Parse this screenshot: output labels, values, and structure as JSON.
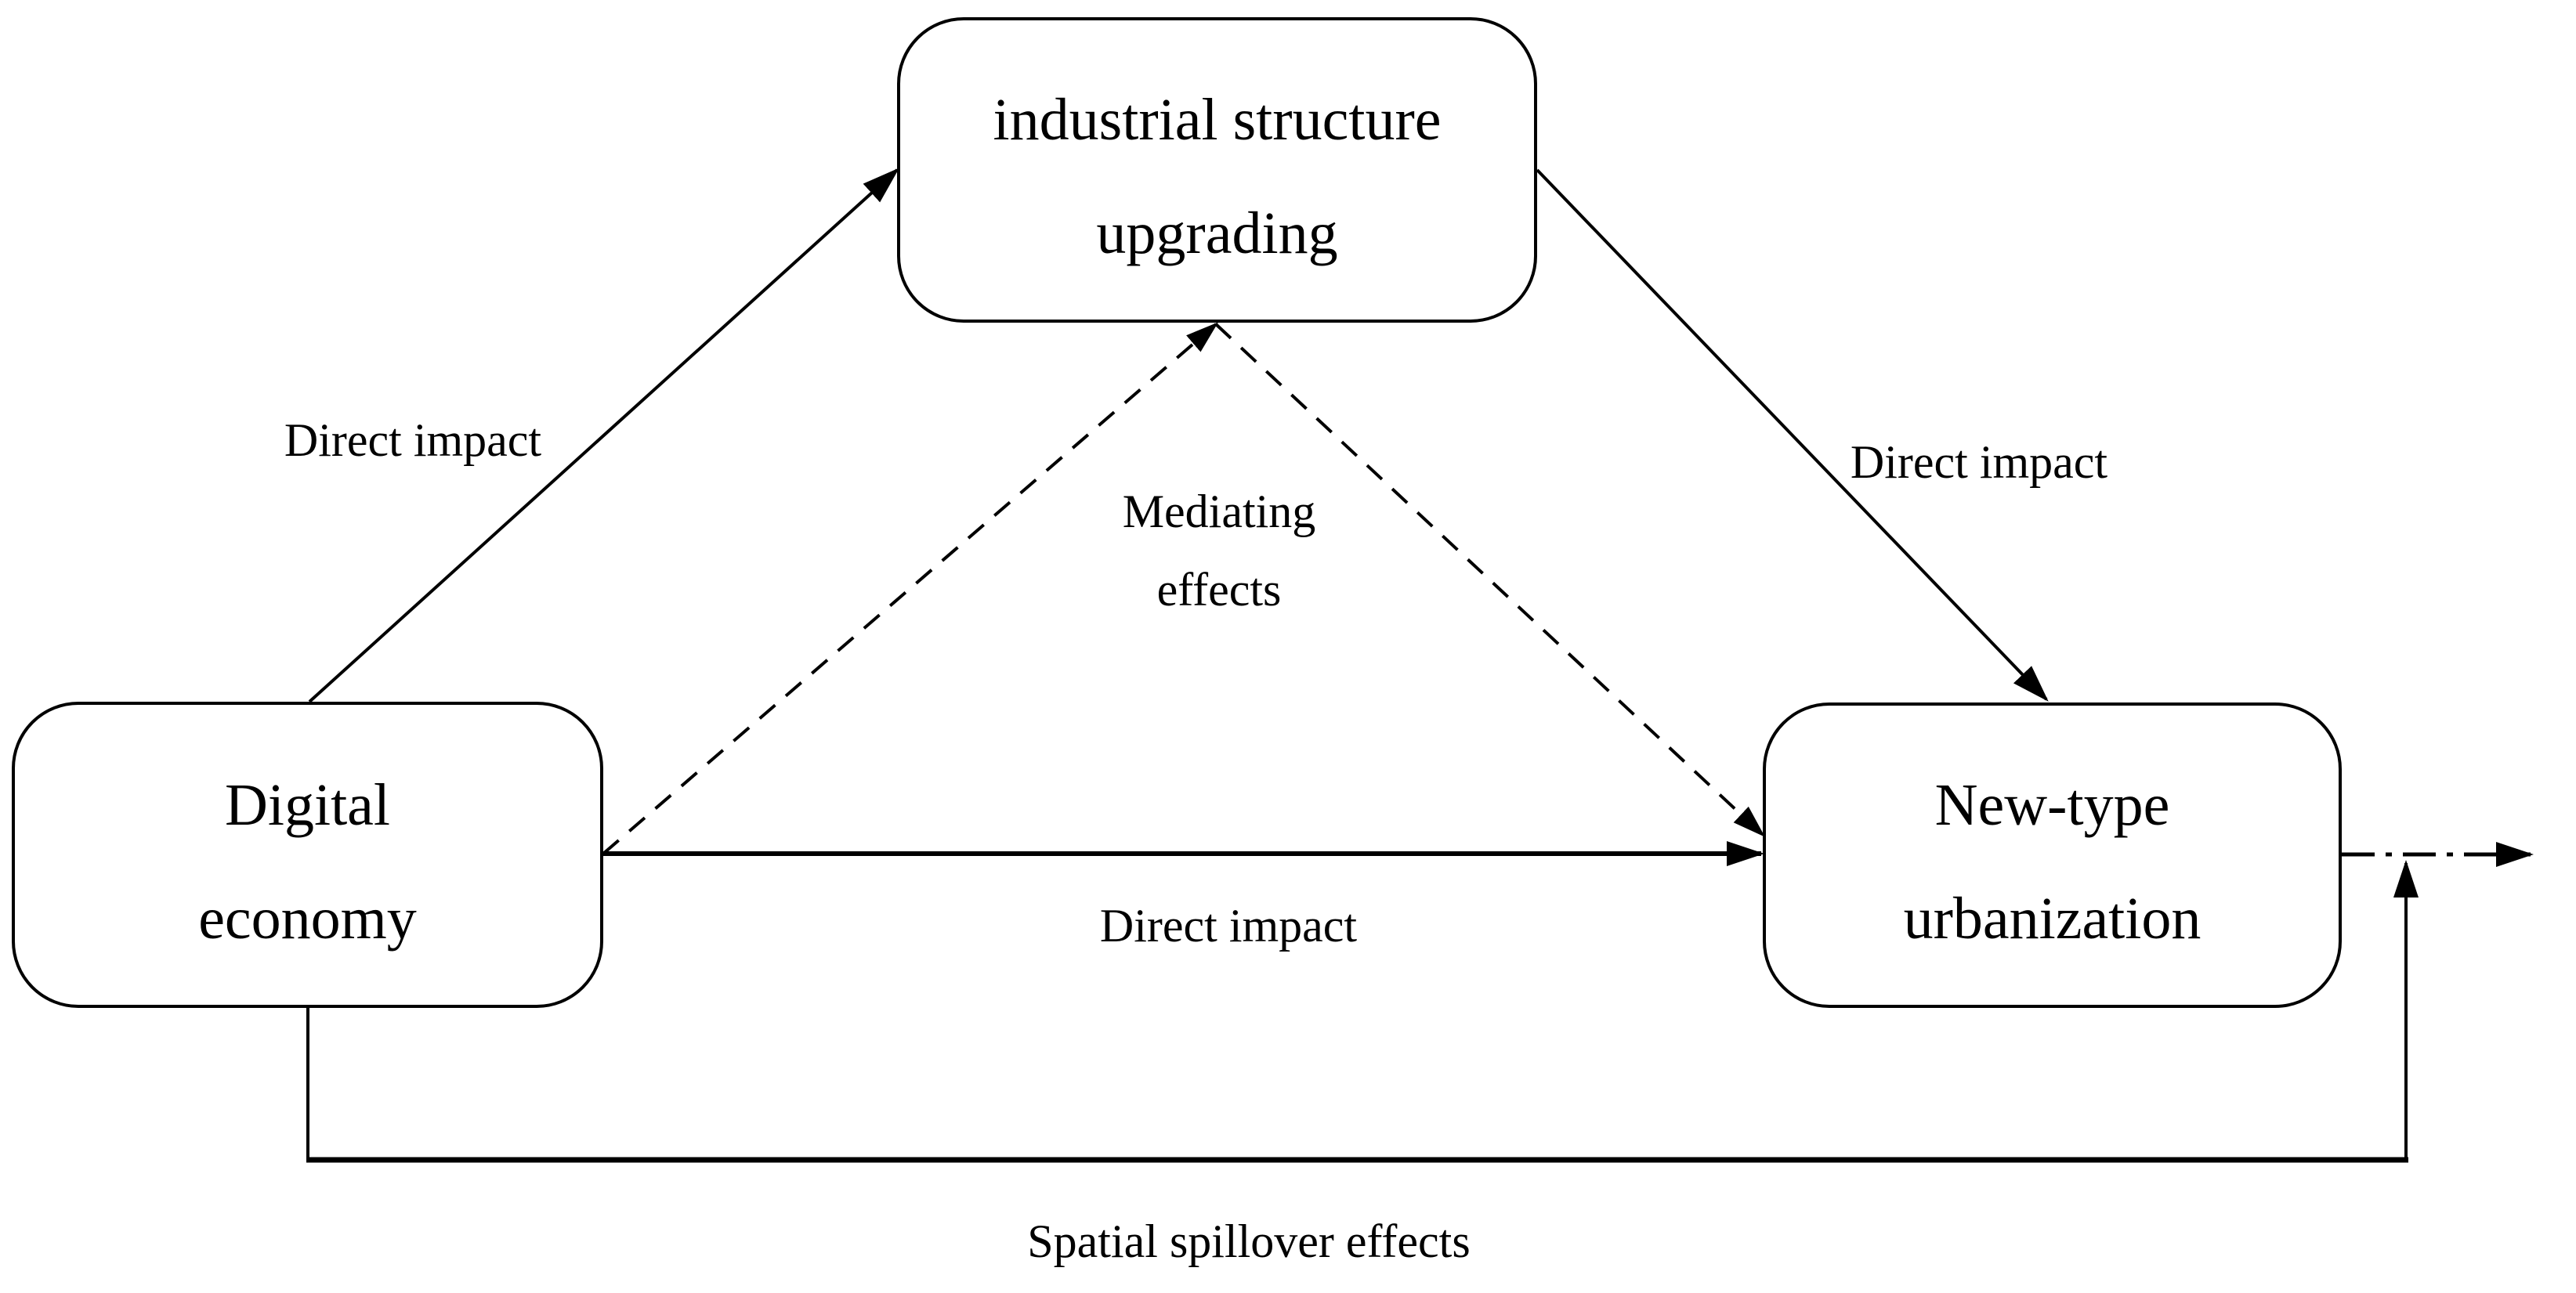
{
  "diagram": {
    "background_color": "#ffffff",
    "line_color": "#000000",
    "nodes": {
      "industrial_structure_upgrading": {
        "line1": "industrial structure",
        "line2": "upgrading"
      },
      "digital_economy": {
        "line1": "Digital",
        "line2": "economy"
      },
      "new_type_urbanization": {
        "line1": "New-type",
        "line2": "urbanization"
      }
    },
    "edge_labels": {
      "direct_impact_de_to_isu": "Direct impact",
      "direct_impact_isu_to_ntu": "Direct impact",
      "direct_impact_de_to_ntu": "Direct impact",
      "mediating_line1": "Mediating",
      "mediating_line2": "effects",
      "spatial_spillover": "Spatial spillover effects"
    }
  }
}
